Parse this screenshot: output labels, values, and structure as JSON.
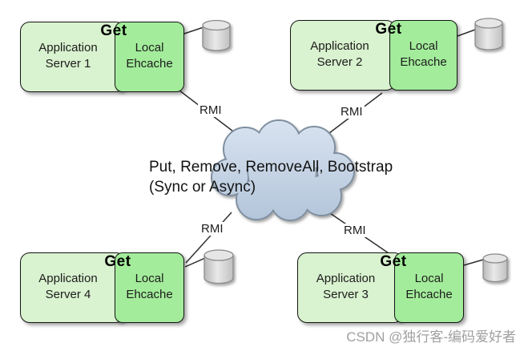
{
  "colors": {
    "app_fill": "#d9f2cf",
    "cache_fill": "#a3ec9b",
    "box_border": "#141414",
    "cloud_top": "#d9e3f0",
    "cloud_bottom": "#b3c5da",
    "cloud_border": "#7e8e9e",
    "cylinder_top": "#e6e6e6",
    "cylinder_border": "#8a8a8a",
    "line": "#2e2e2e",
    "text": "#1c1c1c",
    "watermark": "#a0a0a0"
  },
  "cloud": {
    "label_line1": "Put, Remove, RemoveAll, Bootstrap",
    "label_line2": "(Sync or Async)"
  },
  "nodes": [
    {
      "app_line1": "Application",
      "app_line2": "Server 1",
      "cache_line1": "Local",
      "cache_line2": "Ehcache",
      "get": "Get",
      "rmi": "RMI"
    },
    {
      "app_line1": "Application",
      "app_line2": "Server 2",
      "cache_line1": "Local",
      "cache_line2": "Ehcache",
      "get": "Get",
      "rmi": "RMI"
    },
    {
      "app_line1": "Application",
      "app_line2": "Server 3",
      "cache_line1": "Local",
      "cache_line2": "Ehcache",
      "get": "Get",
      "rmi": "RMI"
    },
    {
      "app_line1": "Application",
      "app_line2": "Server 4",
      "cache_line1": "Local",
      "cache_line2": "Ehcache",
      "get": "Get",
      "rmi": "RMI"
    }
  ],
  "watermark": "CSDN @独行客-编码爱好者"
}
